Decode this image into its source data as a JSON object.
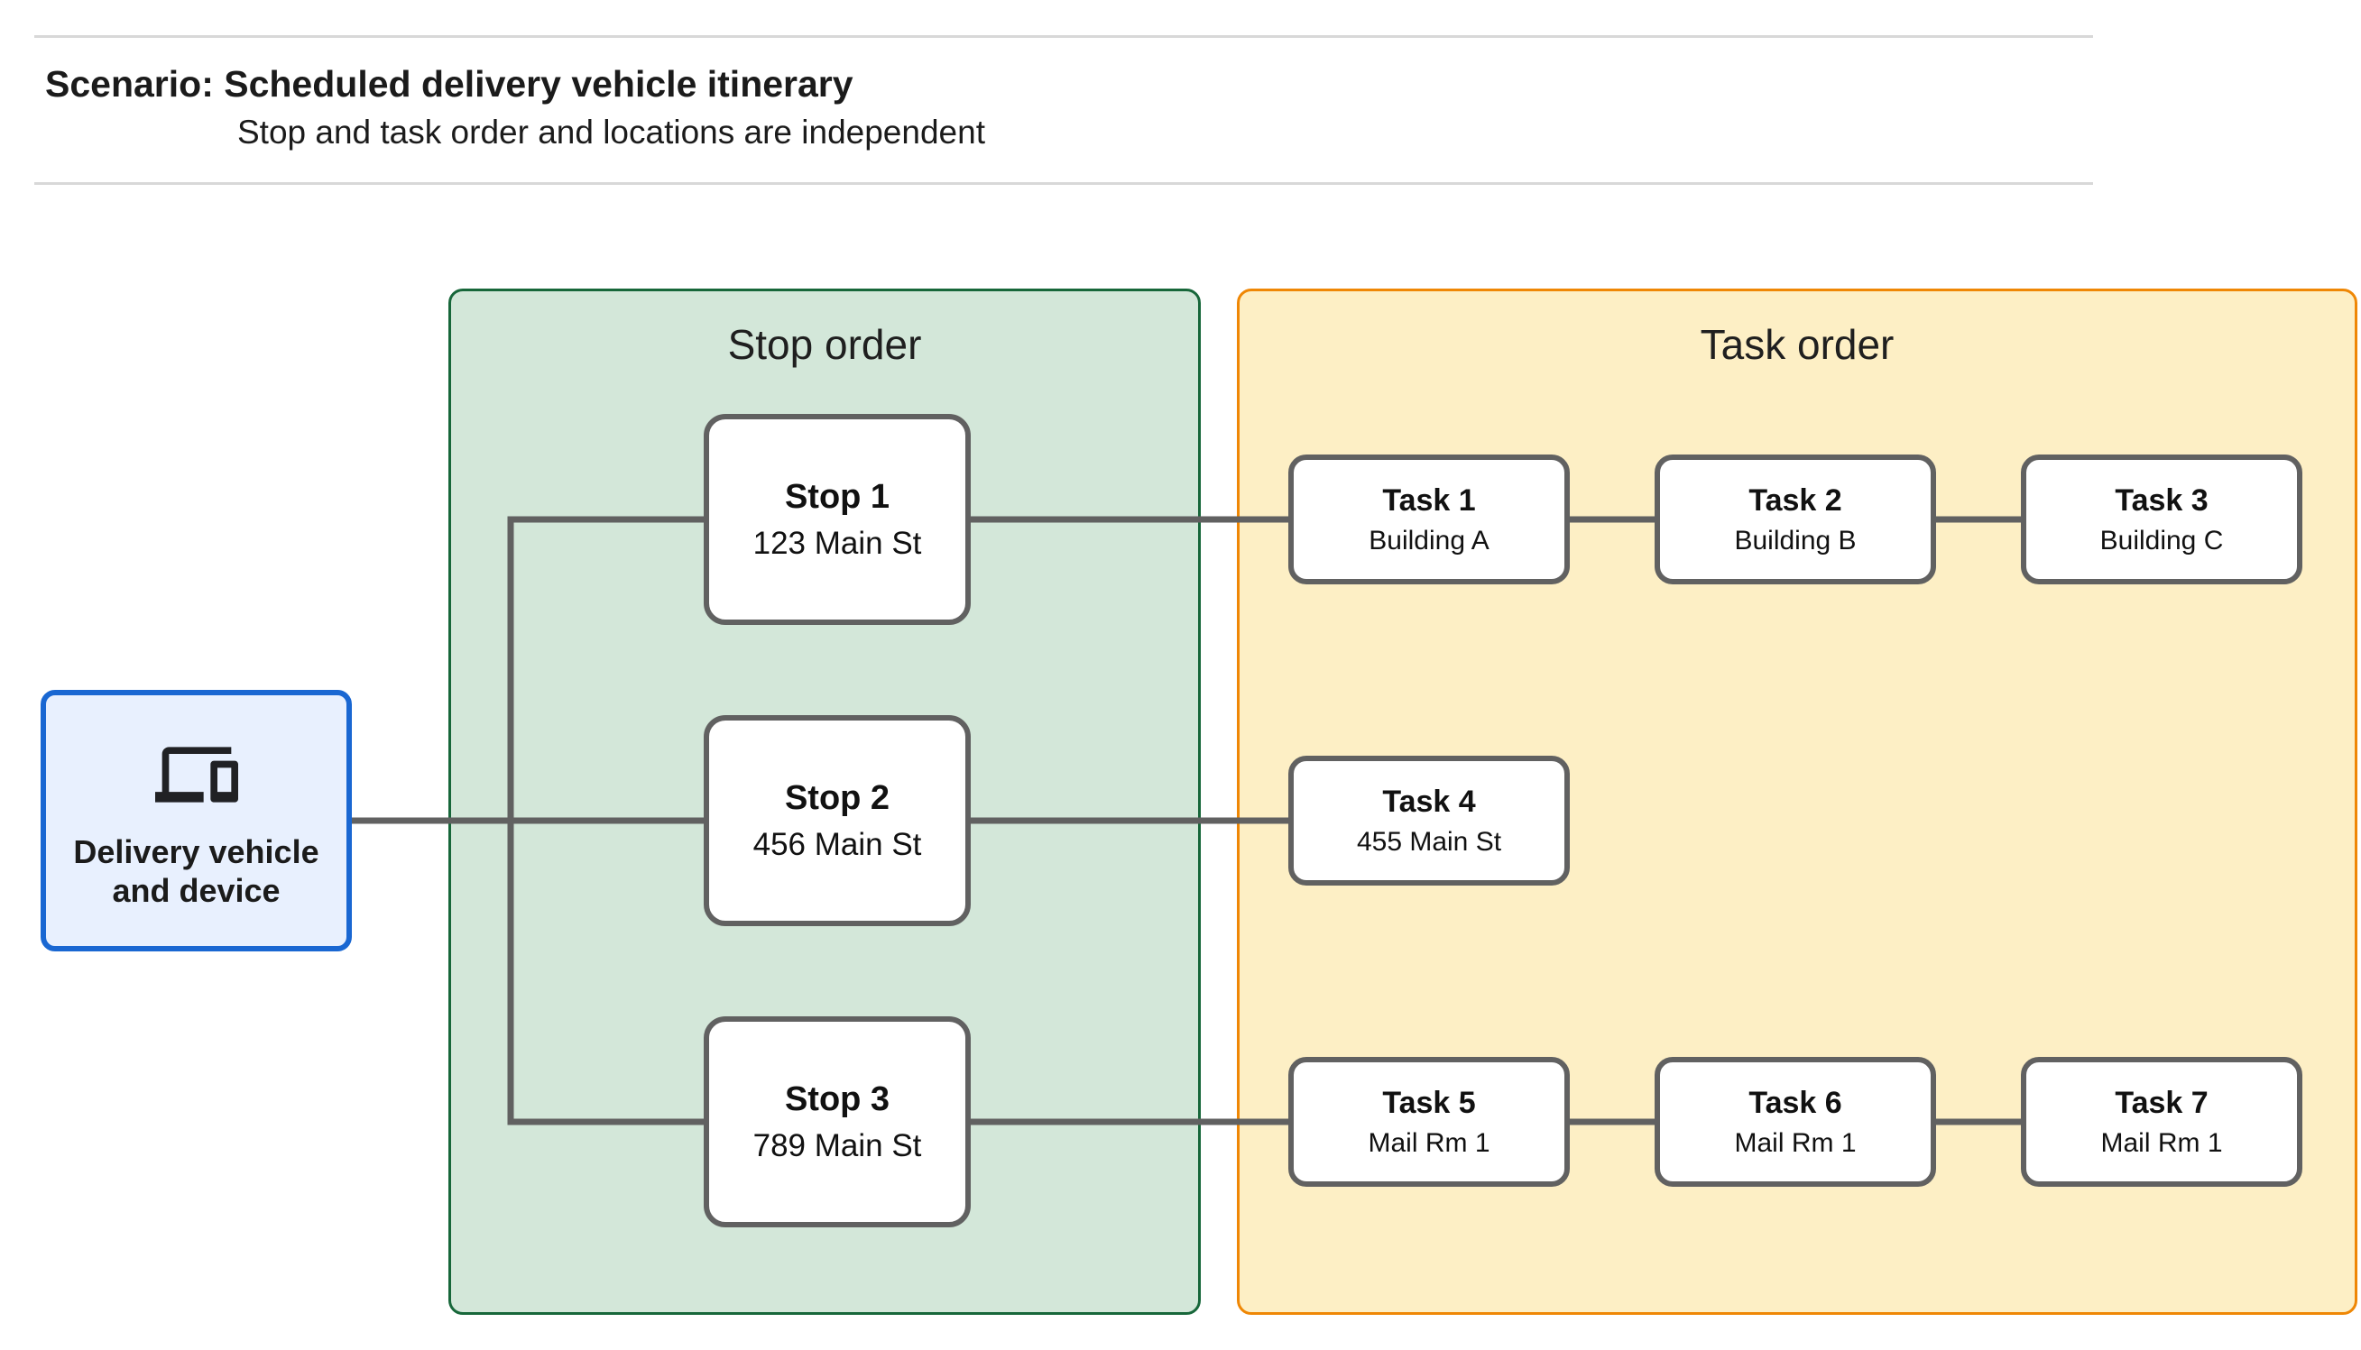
{
  "header": {
    "title": "Scenario: Scheduled delivery vehicle itinerary",
    "subtitle": "Stop and task order and locations are independent"
  },
  "entity": {
    "icon": "devices-icon",
    "label_lines": [
      "Delivery vehicle",
      "and device"
    ]
  },
  "panels": {
    "stop_order": {
      "label": "Stop order"
    },
    "task_order": {
      "label": "Task order"
    }
  },
  "stops": [
    {
      "title": "Stop 1",
      "location": "123 Main St"
    },
    {
      "title": "Stop 2",
      "location": "456 Main St"
    },
    {
      "title": "Stop 3",
      "location": "789 Main St"
    }
  ],
  "tasks": [
    {
      "title": "Task 1",
      "location": "Building A"
    },
    {
      "title": "Task 2",
      "location": "Building B"
    },
    {
      "title": "Task 3",
      "location": "Building C"
    },
    {
      "title": "Task 4",
      "location": "455 Main St"
    },
    {
      "title": "Task 5",
      "location": "Mail Rm 1"
    },
    {
      "title": "Task 6",
      "location": "Mail Rm 1"
    },
    {
      "title": "Task 7",
      "location": "Mail Rm 1"
    }
  ],
  "colors": {
    "stop_panel_fill": "#d3e7d9",
    "stop_panel_border": "#17673a",
    "task_panel_fill": "#fdefc5",
    "task_panel_border": "#ef8705",
    "vehicle_fill": "#e8f0fe",
    "vehicle_border": "#1967d2",
    "connector": "#616161",
    "node_border": "#616161",
    "divider": "#d8d8d8",
    "text": "#1b1b1b"
  }
}
